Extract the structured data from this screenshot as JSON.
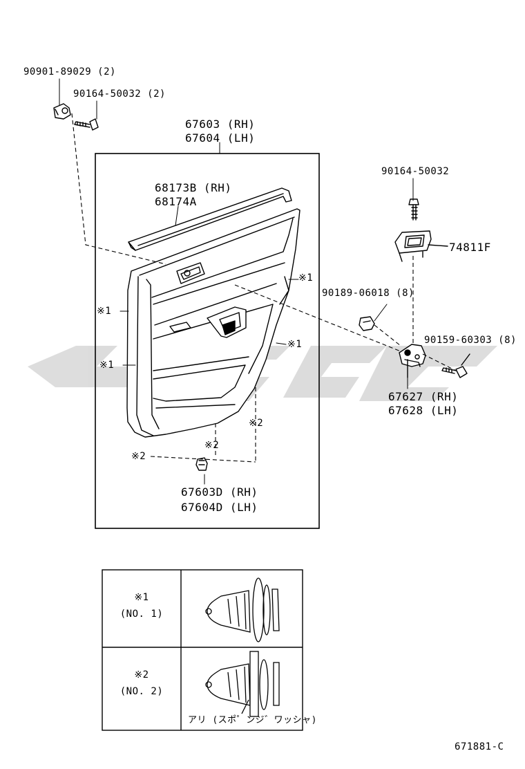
{
  "labels": {
    "screw_cap": "90901-89029 (2)",
    "screw_top": "90164-50032 (2)",
    "board_rh": "67603 (RH)",
    "board_lh": "67604 (LH)",
    "weather_rh": "68173B (RH)",
    "weather_lh": "68174A",
    "screw_right": "90164-50032",
    "switch_base": "74811F",
    "clip_nut": "90189-06018 (8)",
    "bolt": "90159-60303 (8)",
    "bracket_rh": "67627 (RH)",
    "bracket_lh": "67628 (LH)",
    "fastener_rh": "67603D (RH)",
    "fastener_lh": "67604D (LH)",
    "mark1": "※1",
    "mark2": "※2",
    "figure_code": "671881-C"
  },
  "legend": {
    "row1_mark": "※1",
    "row1_no": "(NO. 1)",
    "row2_mark": "※2",
    "row2_no": "(NO. 2)",
    "sponge_note": "アリ (スポ゜ンジ゛ワッシャ)"
  },
  "watermark_color": "#d9d9d9"
}
